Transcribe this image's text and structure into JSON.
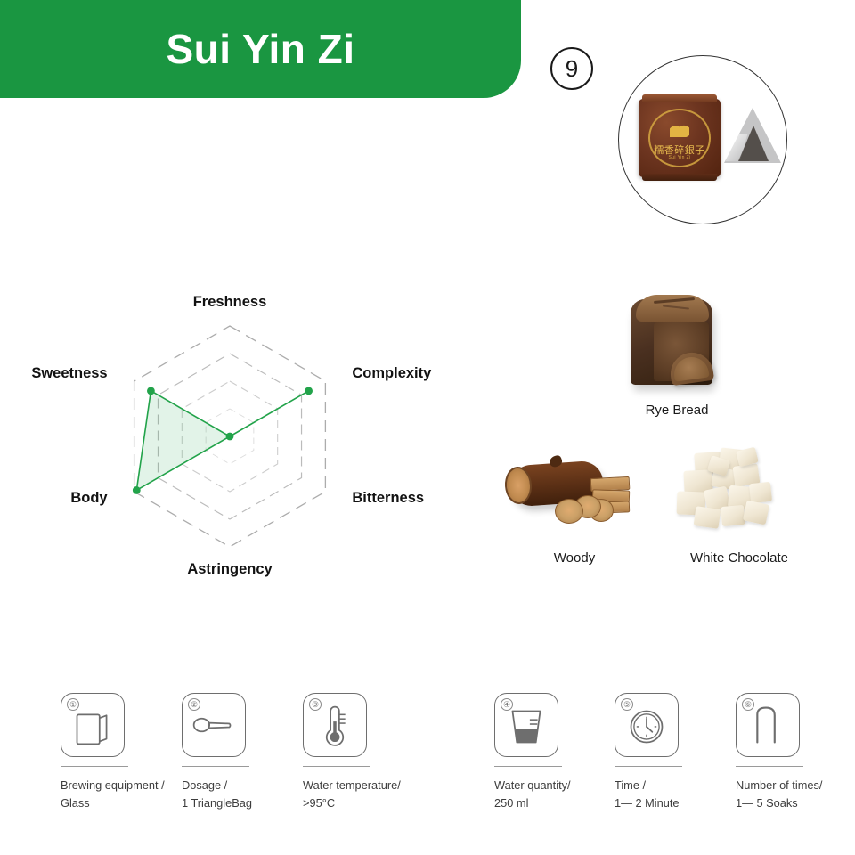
{
  "header": {
    "title": "Sui Yin Zi",
    "banner_color": "#1a9641",
    "badge_number": "9"
  },
  "product": {
    "packet_text": "糯香碎銀子",
    "packet_subtext": "Sui Yin Zi",
    "alt": "tea sachet and pyramid teabag"
  },
  "chart_data": {
    "type": "radar",
    "title": "",
    "categories": [
      "Freshness",
      "Complexity",
      "Bitterness",
      "Astringency",
      "Body",
      "Sweetness"
    ],
    "values": [
      0,
      3.3,
      0,
      0,
      3.9,
      3.3
    ],
    "max": 4,
    "rings": 4,
    "grid": "dashed-hexagon",
    "series_color": "#22a34a",
    "fill_color": "rgba(34,163,74,0.13)"
  },
  "flavours": [
    {
      "id": "rye",
      "label": "Rye Bread"
    },
    {
      "id": "woody",
      "label": "Woody"
    },
    {
      "id": "white",
      "label": "White Chocolate"
    }
  ],
  "brewing": [
    {
      "num": "①",
      "icon": "glass-cup-icon",
      "line1": "Brewing equipment /",
      "line2": "Glass"
    },
    {
      "num": "②",
      "icon": "spoon-icon",
      "line1": "Dosage /",
      "line2": "1 TriangleBag"
    },
    {
      "num": "③",
      "icon": "thermometer-icon",
      "line1": "Water temperature/",
      "line2": ">95°C"
    },
    {
      "num": "④",
      "icon": "beaker-icon",
      "line1": "Water quantity/",
      "line2": "250 ml"
    },
    {
      "num": "⑤",
      "icon": "clock-icon",
      "line1": "Time /",
      "line2": "1— 2 Minute"
    },
    {
      "num": "⑥",
      "icon": "letter-n-icon",
      "line1": "Number of times/",
      "line2": "1— 5 Soaks"
    }
  ]
}
